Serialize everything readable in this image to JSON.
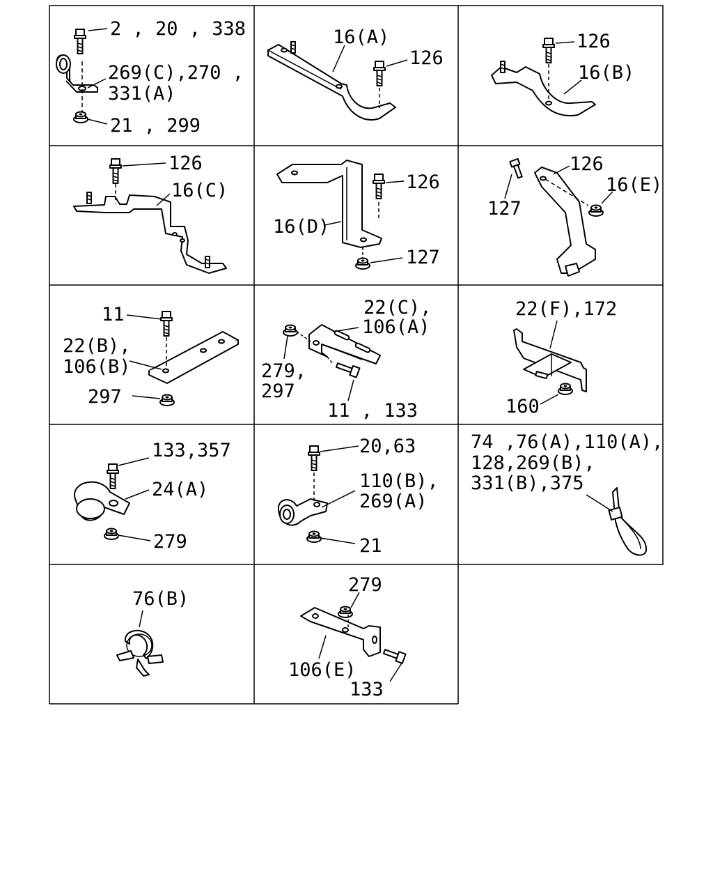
{
  "diagram": {
    "cells": [
      {
        "labels": [
          "2 , 20 , 338",
          "269(C),270 ,",
          "331(A)",
          "21 , 299"
        ]
      },
      {
        "labels": [
          "16(A)",
          "126"
        ]
      },
      {
        "labels": [
          "126",
          "16(B)"
        ]
      },
      {
        "labels": [
          "126",
          "16(C)"
        ]
      },
      {
        "labels": [
          "126",
          "16(D)",
          "127"
        ]
      },
      {
        "labels": [
          "126",
          "16(E)",
          "127"
        ]
      },
      {
        "labels": [
          "11",
          "22(B),",
          "106(B)",
          "297"
        ]
      },
      {
        "labels": [
          "22(C),",
          "106(A)",
          "279,",
          "297",
          "11 , 133"
        ]
      },
      {
        "labels": [
          "22(F),172",
          "160"
        ]
      },
      {
        "labels": [
          "133,357",
          "24(A)",
          "279"
        ]
      },
      {
        "labels": [
          "20,63",
          "110(B),",
          "269(A)",
          "21"
        ]
      },
      {
        "labels": [
          "74 ,76(A),110(A),",
          "128,269(B),",
          "331(B),375"
        ]
      },
      {
        "labels": [
          "76(B)"
        ]
      },
      {
        "labels": [
          "279",
          "106(E)",
          "133"
        ]
      }
    ]
  }
}
